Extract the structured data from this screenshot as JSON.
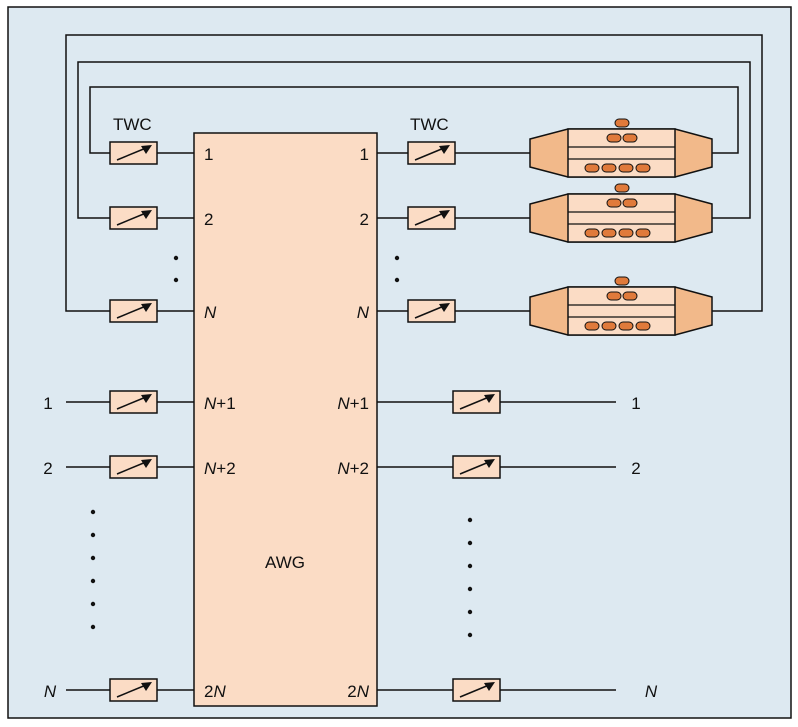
{
  "colors": {
    "panel_bg": "#dde9f1",
    "awg_fill": "#fbdcc5",
    "twc_fill": "#fbdcc5",
    "buffer_fill": "#f2b98a",
    "packet_fill": "#e07a3b",
    "line": "#111111"
  },
  "labels": {
    "awg": "AWG",
    "twc_left": "TWC",
    "twc_right": "TWC"
  },
  "awg_ports": {
    "left": [
      {
        "pre": "",
        "it": "",
        "post": "1"
      },
      {
        "pre": "",
        "it": "",
        "post": "2"
      },
      {
        "pre": "",
        "it": "N",
        "post": ""
      },
      {
        "pre": "",
        "it": "N",
        "post": "+1"
      },
      {
        "pre": "",
        "it": "N",
        "post": "+2"
      },
      {
        "pre": "2",
        "it": "N",
        "post": ""
      }
    ],
    "right": [
      {
        "pre": "",
        "it": "",
        "post": "1"
      },
      {
        "pre": "",
        "it": "",
        "post": "2"
      },
      {
        "pre": "",
        "it": "N",
        "post": ""
      },
      {
        "pre": "",
        "it": "N",
        "post": "+1"
      },
      {
        "pre": "",
        "it": "N",
        "post": "+2"
      },
      {
        "pre": "2",
        "it": "N",
        "post": ""
      }
    ]
  },
  "inputs": [
    {
      "pre": "",
      "it": "",
      "post": "1"
    },
    {
      "pre": "",
      "it": "",
      "post": "2"
    },
    {
      "pre": "",
      "it": "N",
      "post": ""
    }
  ],
  "outputs": [
    {
      "pre": "",
      "it": "",
      "post": "1"
    },
    {
      "pre": "",
      "it": "",
      "post": "2"
    },
    {
      "pre": "",
      "it": "N",
      "post": ""
    }
  ],
  "icons": {
    "converter": "tunable-wavelength-converter-icon",
    "buffer": "fiber-delay-line-buffer-icon"
  }
}
